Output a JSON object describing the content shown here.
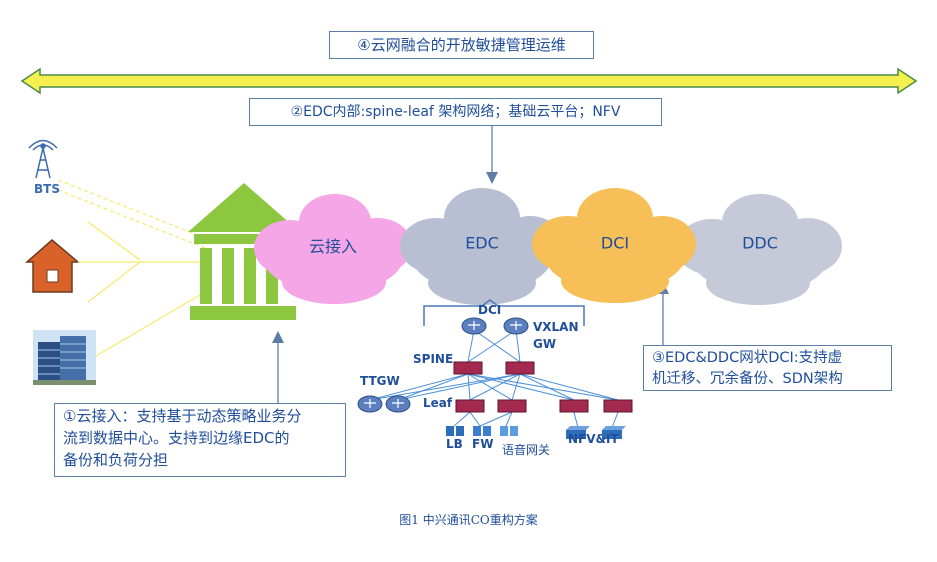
{
  "title_box": "④云网融合的开放敏捷管理运维",
  "edc_box": "②EDC内部:spine-leaf 架构网络；基础云平台；NFV",
  "box1_lines": [
    "①云接入：支持基于动态策略业务分",
    "流到数据中心。支持到边缘EDC的",
    "备份和负荷分担"
  ],
  "box3_lines": [
    "③EDC&DDC网状DCI:支持虚",
    "机迁移、冗余备份、SDN架构"
  ],
  "clouds": {
    "access": "云接入",
    "edc": "EDC",
    "dci": "DCI",
    "ddc": "DDC"
  },
  "bts_label": "BTS",
  "network": {
    "dci": "DCI",
    "vxlan": "VXLAN",
    "gw": "GW",
    "spine": "SPINE",
    "ttgw": "TTGW",
    "leaf": "Leaf",
    "lb": "LB",
    "fw": "FW",
    "voice_gw": "语音网关",
    "nfv_it": "NFV&IT"
  },
  "caption": "图1   中兴通讯CO重构方案",
  "colors": {
    "arrow": "#f5f050",
    "arrow_border": "#4a8a4a",
    "access_cloud": "#f5a6e6",
    "edc_cloud": "#b9bfd3",
    "dci_cloud": "#f6bf57",
    "ddc_cloud": "#c5c9d8",
    "building": "#8dc63f",
    "text": "#1f4e9a",
    "router": "#5b7fbf",
    "switch": "#a3294f"
  }
}
